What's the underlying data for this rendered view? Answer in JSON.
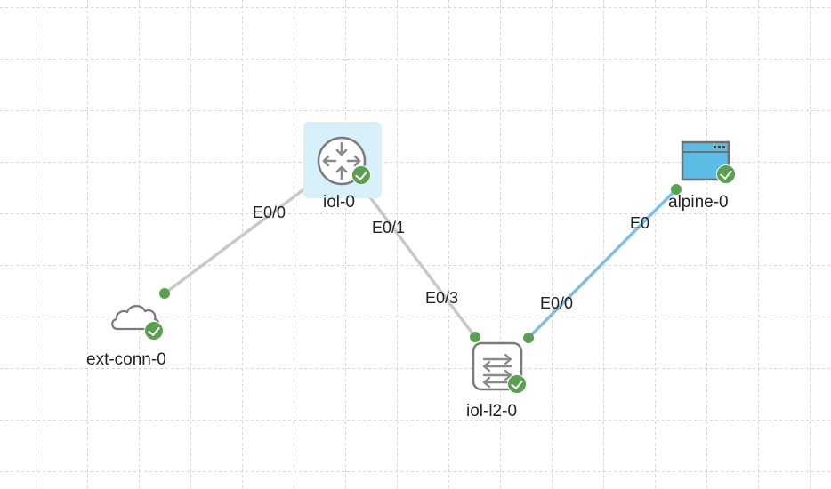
{
  "colors": {
    "link_default": "#c8c8c8",
    "link_selected": "#7cc0e8",
    "port_dot": "#5aa14f",
    "status_ok": "#5aa14f",
    "node_highlight": "#d7f0fa",
    "alpine_icon": "#5bbde6"
  },
  "nodes": {
    "iol0": {
      "label": "iol-0",
      "icon": "router-icon",
      "status": "booted-check-icon"
    },
    "iol_l2": {
      "label": "iol-l2-0",
      "icon": "switch-icon",
      "status": "booted-check-icon"
    },
    "alpine": {
      "label": "alpine-0",
      "icon": "server-window-icon",
      "status": "booted-check-icon"
    },
    "ext_conn": {
      "label": "ext-conn-0",
      "icon": "cloud-icon",
      "status": "booted-check-icon"
    }
  },
  "links": {
    "ext_to_iol": {
      "port_a": "E0/0"
    },
    "iol_to_l2": {
      "port_a": "E0/1",
      "port_b": "E0/3"
    },
    "l2_to_alpine": {
      "port_a": "E0/0",
      "port_b": "E0"
    }
  }
}
